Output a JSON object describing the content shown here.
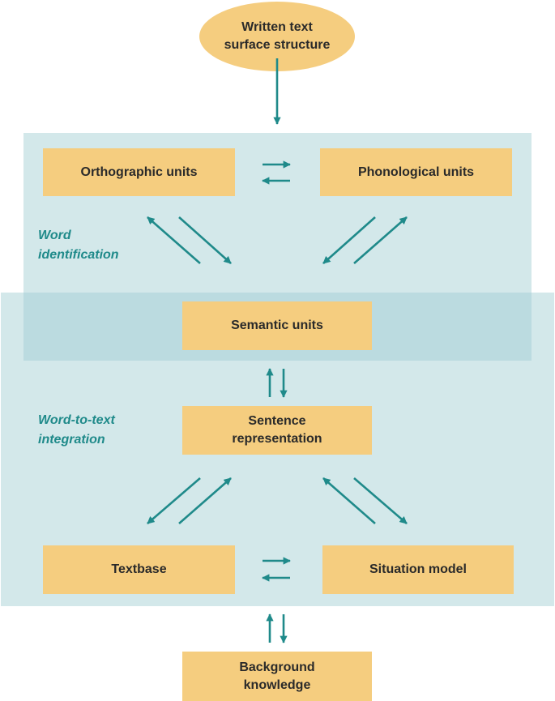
{
  "nodes": {
    "written_text": "Written text\nsurface structure",
    "orthographic": "Orthographic units",
    "phonological": "Phonological units",
    "semantic": "Semantic units",
    "sentence": "Sentence\nrepresentation",
    "textbase": "Textbase",
    "situation": "Situation model",
    "background": "Background\nknowledge"
  },
  "labels": {
    "word_identification": "Word\nidentification",
    "word_to_text": "Word-to-text\nintegration"
  },
  "colors": {
    "box_fill": "#f5cd7f",
    "region_fill": "#d3e8ea",
    "overlap_fill": "#bbdbe0",
    "arrow": "#1f8a8a",
    "label_text": "#1f8a8a"
  }
}
